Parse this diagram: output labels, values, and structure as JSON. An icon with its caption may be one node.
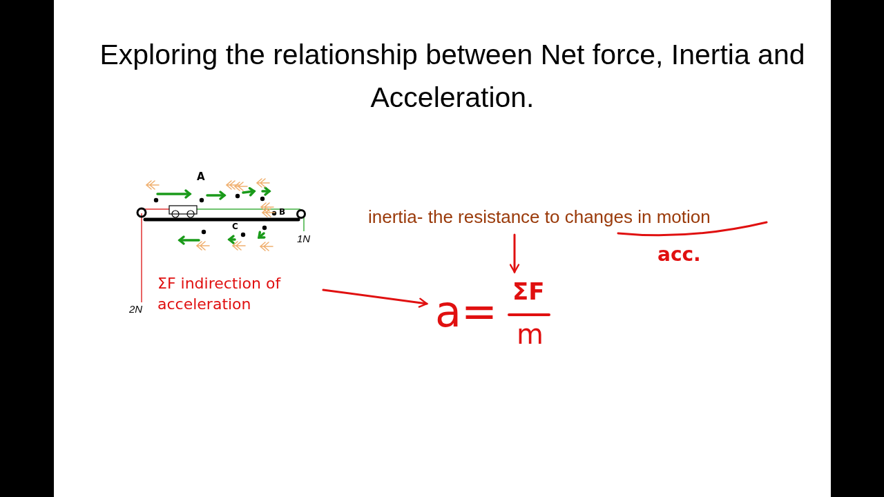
{
  "diagram": {
    "title": "Exploring the relationship between Net force, Inertia and Acceleration.",
    "nodes": [
      {
        "text": [
          "inertia- the resistance to changes in motion"
        ]
      },
      {
        "text": [
          "ΣF indirection of acceleration"
        ]
      },
      {
        "text": [
          "a=",
          "ΣF",
          "m"
        ]
      }
    ],
    "edges": [
      {
        "from": 1,
        "to": 2,
        "arrow": "to"
      },
      {
        "from": 0,
        "to": 2,
        "arrow": "to"
      }
    ],
    "labels": [
      "A",
      "B",
      "C",
      "1N",
      "acc.",
      "2N"
    ]
  }
}
